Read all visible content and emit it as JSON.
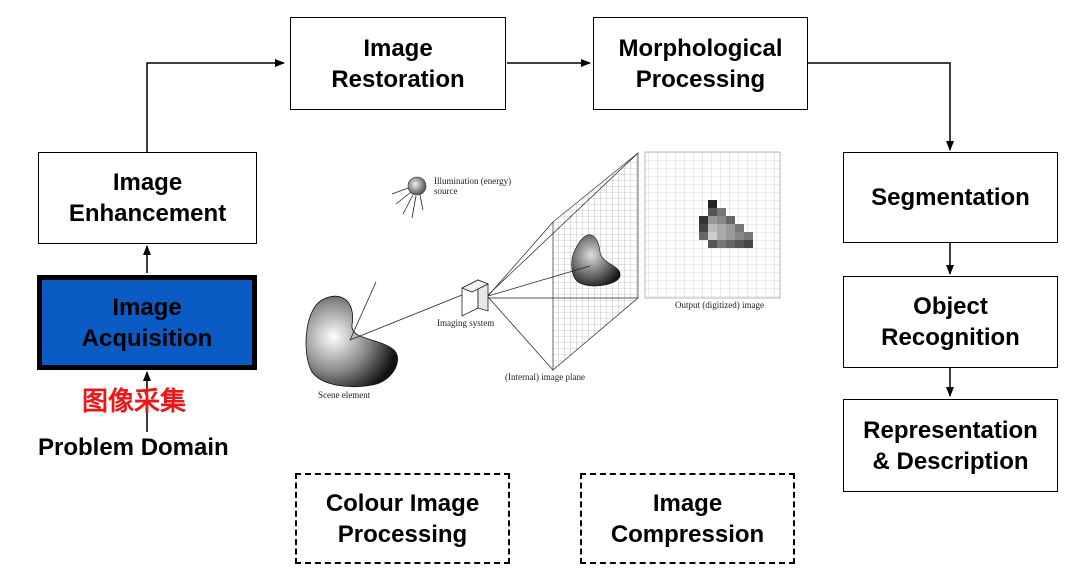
{
  "boxes": {
    "restoration": [
      "Image",
      "Restoration"
    ],
    "morphological": [
      "Morphological",
      "Processing"
    ],
    "enhancement": [
      "Image",
      "Enhancement"
    ],
    "acquisition": [
      "Image",
      "Acquisition"
    ],
    "segmentation": [
      "Segmentation"
    ],
    "recognition": [
      "Object",
      "Recognition"
    ],
    "representation": [
      "Representation",
      "& Description"
    ],
    "colour": [
      "Colour Image",
      "Processing"
    ],
    "compression": [
      "Image",
      "Compression"
    ]
  },
  "acquisition_cn": "图像采集",
  "problem_domain": "Problem Domain",
  "figure": {
    "illumination": [
      "Illumination (energy)",
      "source"
    ],
    "imaging_system": "Imaging system",
    "scene_element": "Scene element",
    "image_plane": "(Internal) image plane",
    "output_image": "Output (digitized) image"
  },
  "colors": {
    "accent_box": "#0a5bc4",
    "chinese_label": "#e8191b"
  }
}
